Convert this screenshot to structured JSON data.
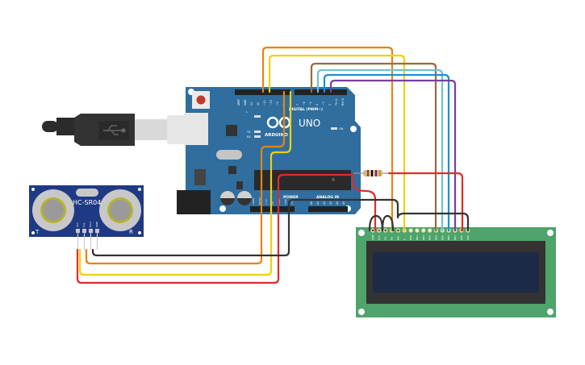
{
  "arduino": {
    "model_label": "UNO",
    "brand_label": "ARDUINO",
    "digital_label": "DIGITAL (PWM~)",
    "power_label": "POWER",
    "analog_label": "ANALOG IN",
    "on_label": "ON",
    "led_l": "L",
    "led_tx": "TX",
    "led_rx": "RX",
    "top_pins": [
      "AREF",
      "GND",
      "13",
      "12",
      "~11",
      "~10",
      "~9",
      "8",
      "7",
      "~6",
      "~5",
      "4",
      "~3",
      "2",
      "TX→1",
      "RX←0"
    ],
    "power_pins": [
      "IOREF",
      "RESET",
      "3.3V",
      "5V",
      "GND",
      "GND",
      "Vin"
    ],
    "analog_pins": [
      "A0",
      "A1",
      "A2",
      "A3",
      "A4",
      "A5"
    ]
  },
  "sensor": {
    "name": "HC-SR04",
    "left_mark": "T",
    "right_mark": "R",
    "pins": [
      "VCC",
      "Trig",
      "Echo",
      "GND"
    ]
  },
  "lcd": {
    "pins": [
      "GND",
      "VCC",
      "V0",
      "RS",
      "RW",
      "E",
      "DB0",
      "DB1",
      "DB2",
      "DB3",
      "DB4",
      "DB5",
      "DB6",
      "DB7",
      "LED",
      "LED"
    ]
  },
  "colors": {
    "board_blue": "#2f6e9e",
    "lcd_green": "#4ea46a",
    "lcd_screen": "#1d2a45",
    "wire_red": "#e02b2b",
    "wire_orange": "#e8830e",
    "wire_yellow": "#f2cf0c",
    "wire_black": "#333333",
    "wire_brown": "#9a6a3e",
    "wire_lightblue": "#6fc2d4",
    "wire_blue": "#1c90d0",
    "wire_purple": "#7a3ea0"
  }
}
